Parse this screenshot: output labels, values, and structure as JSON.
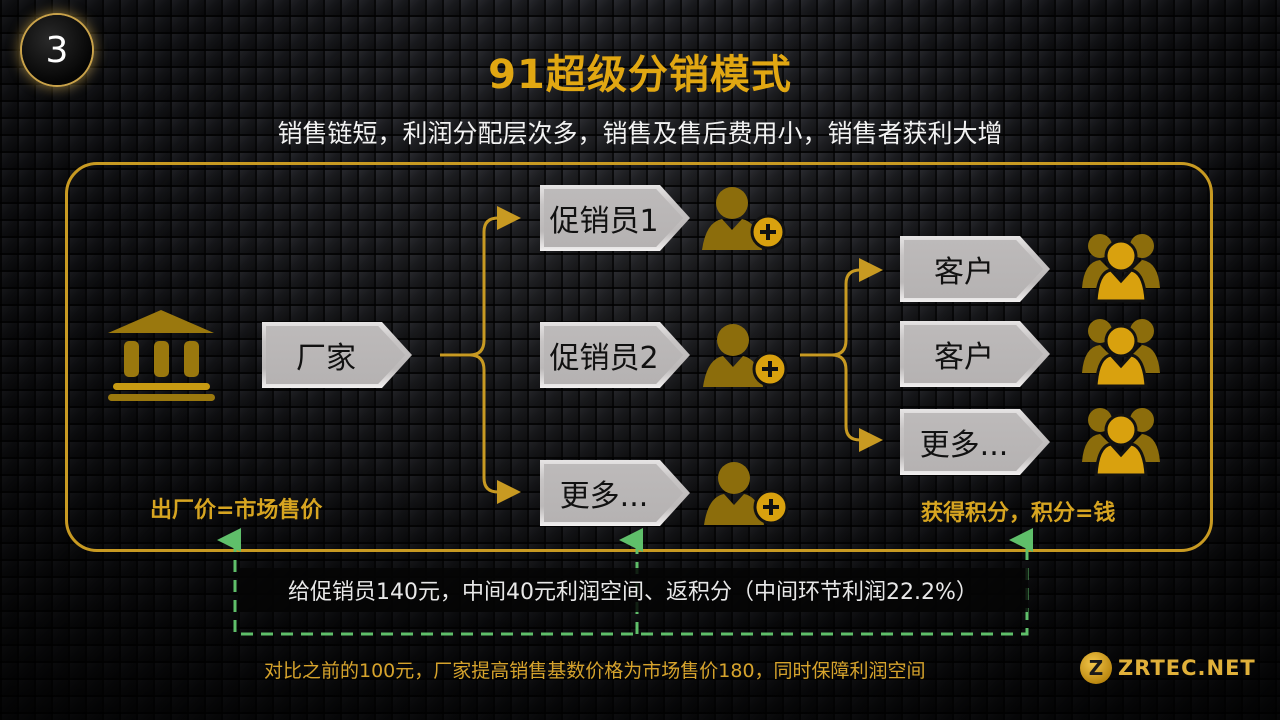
{
  "slide": {
    "number": "3",
    "title": "91超级分销模式",
    "subtitle": "销售链短，利润分配层次多，销售及售后费用小，销售者获利大增"
  },
  "colors": {
    "gold": "#c89a22",
    "gold_text": "#e1a712",
    "icon_gold_dark": "#8c6d0c",
    "icon_gold_light": "#d9a10e",
    "dashed_green": "#5fbf6a",
    "box_gray": "#bdbaba"
  },
  "diagram": {
    "factory": {
      "icon": "bank-building-icon",
      "label": "厂家",
      "caption": "出厂价=市场售价"
    },
    "promoters": [
      {
        "label": "促销员1",
        "icon": "add-user-icon"
      },
      {
        "label": "促销员2",
        "icon": "add-user-icon"
      },
      {
        "label": "更多...",
        "icon": "add-user-icon"
      }
    ],
    "customers": [
      {
        "label": "客户",
        "icon": "user-group-icon"
      },
      {
        "label": "客户",
        "icon": "user-group-icon"
      },
      {
        "label": "更多...",
        "icon": "user-group-icon"
      }
    ],
    "customer_caption": "获得积分，积分=钱",
    "info_text": "给促销员140元，中间40元利润空间、返积分（中间环节利润22.2%）"
  },
  "footer": {
    "note": "对比之前的100元，厂家提高销售基数价格为市场售价180，同时保障利润空间",
    "logo_mark": "Z",
    "logo_text": "ZRTEC.NET"
  }
}
